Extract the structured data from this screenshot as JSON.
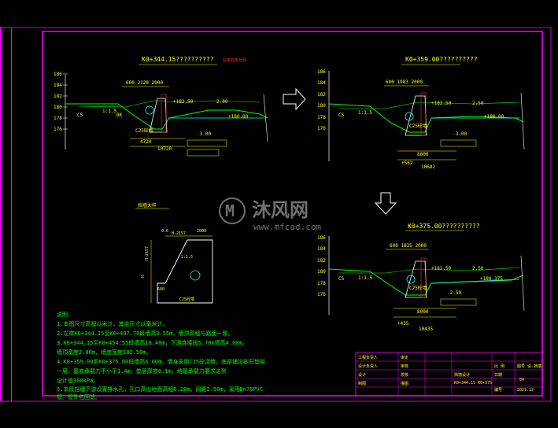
{
  "colors": {
    "background": "#000000",
    "frame": "#ff00ff",
    "text": "#ffff00",
    "ground": "#00ff00",
    "water": "#00ffff",
    "structure": "#ffffff",
    "red_note": "#ff3333",
    "arrow": "#ffffff"
  },
  "sections": {
    "s1": {
      "title": "K0+344.15??????????",
      "note": "左岸右岸分別",
      "levels": [
        "186",
        "184",
        "182",
        "180",
        "178",
        "176"
      ],
      "level_right": "+182.50",
      "level_water": "+180.00",
      "level_bottom": "-3.00",
      "level_left": "2.00",
      "dim_top": "600 2120 2000",
      "dim_mid": "1:1.5",
      "dim_bottom1": "4720",
      "dim_bottom2": "10720",
      "label_c": "C25砼墙",
      "label_bk": "BK",
      "label_cs": "CS"
    },
    "s2": {
      "title": "K0+359.00??????????",
      "levels": [
        "186",
        "184",
        "182",
        "180",
        "178",
        "176"
      ],
      "level_right": "+182.50",
      "level_water": "+180.00",
      "level_bottom": "-3.00",
      "level_left": "2.50",
      "dim_top": "600 1983 2000",
      "dim_mid": "1:1.5",
      "dim_bottom1": "8000",
      "dim_bottom2": "10682",
      "dim_bottom3": "+562",
      "label_c": "C25砼墙",
      "label_cs": "CS"
    },
    "s3": {
      "title": "K0+375.00??????????",
      "levels": [
        "186",
        "184",
        "182",
        "180",
        "178",
        "176"
      ],
      "level_right": "+182.50",
      "level_water": "+180.375",
      "level_bottom": "-2.50",
      "level_left": "2.50",
      "dim_top": "600 1835 2000",
      "dim_mid": "1:1.5",
      "dim_bottom1": "8000",
      "dim_bottom2": "10435",
      "dim_bottom3": "+435",
      "label_c": "C25砼墙",
      "label_cs": "CS"
    },
    "detail": {
      "title": "挡墙大样",
      "dim_top1": "0.6",
      "dim_top2": "H-2157",
      "dim_top3": "2000",
      "dim_side1": "H-2157",
      "dim_side2": "H",
      "dim_bottom": "600",
      "label": "C25砼墙",
      "ratio": "1:1.5"
    }
  },
  "notes": {
    "heading": "说明：",
    "lines": [
      "1.本图尺寸高程以米计，其余尺寸以毫米计。",
      "2.左岸K0+344.15至K0+407.70段墙高3.55m，墙顶高程与路面一致。",
      "3.K0+344.15至K0+454.55段墙高10.40m，下游连接段5.70m墙高4.00m。",
      "   墙顶宽度2.00m，墙底宽度182.50m。",
      "4.K0+359.00至K0+375.00段墙高6.00m，墙身采用C25砼浇筑，底部铺设砂石垫层",
      "   一层，基底承载力不小于1.4m，垫层厚度0.1m，地基承载力要求达到",
      "   设计值300kPa。",
      "5.本段挡墙下游设置排水孔，孔口高出地面高程0.20m，间距2.50m，采用Dn75PVC",
      "   管。管外包回滤。"
    ]
  },
  "title_block": {
    "row1": [
      "工程负责人",
      "审定",
      ""
    ],
    "row2": [
      "设计负责人",
      "审核",
      "挡墙设计"
    ],
    "row3": [
      "设计",
      "校核",
      "K0+344.15 K0+375"
    ],
    "row4": [
      "制图",
      "描图",
      ""
    ],
    "right1": [
      "比 例",
      "图号 设-挡墙"
    ],
    "right2": [
      "日期",
      "04"
    ],
    "right3": [
      "编号",
      "2021.12"
    ]
  },
  "watermark": {
    "text": "沐风网",
    "url": "www.mfcad.com",
    "logo": "M"
  }
}
